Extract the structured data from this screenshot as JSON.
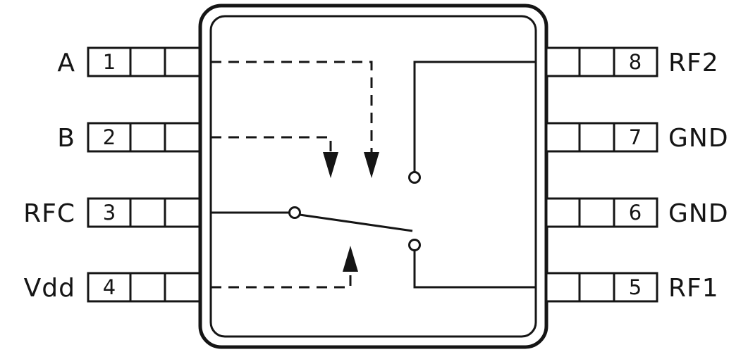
{
  "colors": {
    "line": "#151515",
    "background": "#ffffff"
  },
  "pins": {
    "left": [
      {
        "number": "1",
        "label": "A"
      },
      {
        "number": "2",
        "label": "B"
      },
      {
        "number": "3",
        "label": "RFC"
      },
      {
        "number": "4",
        "label": "Vdd"
      }
    ],
    "right": [
      {
        "number": "8",
        "label": "RF2"
      },
      {
        "number": "7",
        "label": "GND"
      },
      {
        "number": "6",
        "label": "GND"
      },
      {
        "number": "5",
        "label": "RF1"
      }
    ]
  }
}
